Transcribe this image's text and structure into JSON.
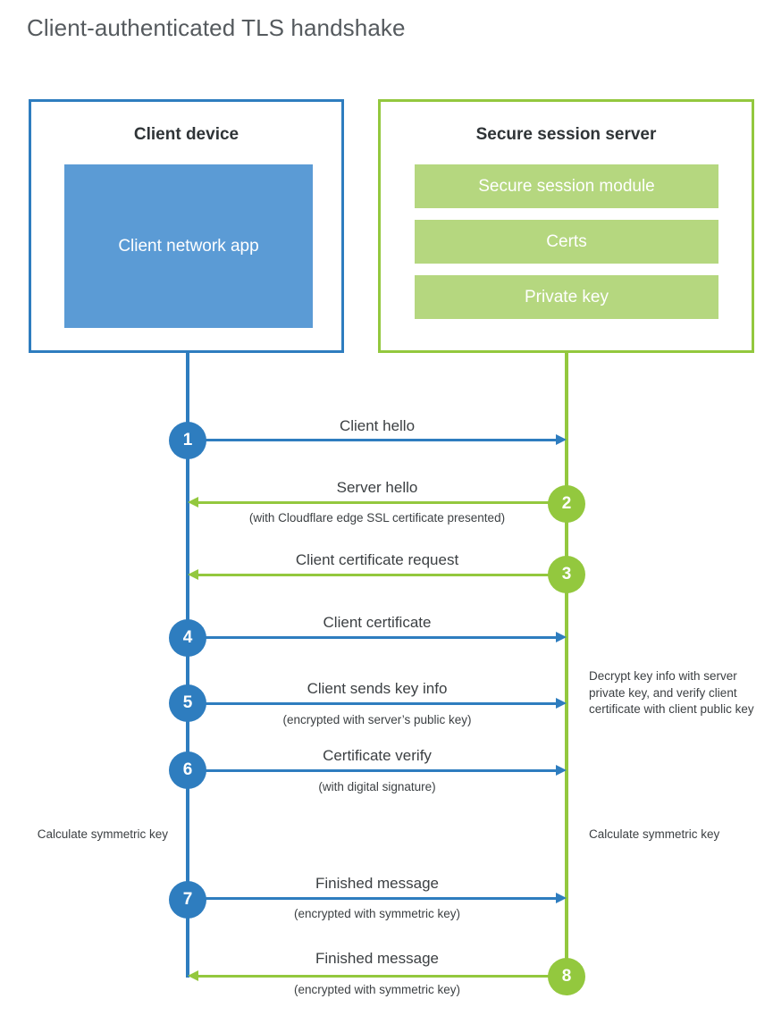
{
  "title": "Client-authenticated TLS handshake",
  "colors": {
    "blue_stroke": "#2E7DBF",
    "blue_fill": "#5B9BD5",
    "green_stroke": "#93C83E",
    "green_fill": "#B5D77F",
    "text": "#3c4043",
    "title_text": "#555a5e",
    "background": "#FFFFFF"
  },
  "client": {
    "title": "Client device",
    "app_label": "Client network app"
  },
  "server": {
    "title": "Secure session server",
    "modules": [
      {
        "label": "Secure session module"
      },
      {
        "label": "Certs"
      },
      {
        "label": "Private key"
      }
    ]
  },
  "steps": [
    {
      "number": "1",
      "side": "client",
      "direction": "client-to-server",
      "color": "blue",
      "label": "Client hello",
      "sublabel": ""
    },
    {
      "number": "2",
      "side": "server",
      "direction": "server-to-client",
      "color": "green",
      "label": "Server hello",
      "sublabel": "(with Cloudflare edge SSL certificate presented)"
    },
    {
      "number": "3",
      "side": "server",
      "direction": "server-to-client",
      "color": "green",
      "label": "Client certificate request",
      "sublabel": ""
    },
    {
      "number": "4",
      "side": "client",
      "direction": "client-to-server",
      "color": "blue",
      "label": "Client certificate",
      "sublabel": ""
    },
    {
      "number": "5",
      "side": "client",
      "direction": "client-to-server",
      "color": "blue",
      "label": "Client sends key info",
      "sublabel": "(encrypted with server’s public key)"
    },
    {
      "number": "6",
      "side": "client",
      "direction": "client-to-server",
      "color": "blue",
      "label": "Certificate verify",
      "sublabel": "(with digital signature)"
    },
    {
      "number": "7",
      "side": "client",
      "direction": "client-to-server",
      "color": "blue",
      "label": "Finished message",
      "sublabel": "(encrypted with symmetric key)"
    },
    {
      "number": "8",
      "side": "server",
      "direction": "server-to-client",
      "color": "green",
      "label": "Finished message",
      "sublabel": "(encrypted with symmetric key)"
    }
  ],
  "notes": {
    "server_decrypt": "Decrypt key info with server private key, and verify client certificate with client public key",
    "client_calculate": "Calculate symmetric key",
    "server_calculate": "Calculate symmetric key"
  }
}
